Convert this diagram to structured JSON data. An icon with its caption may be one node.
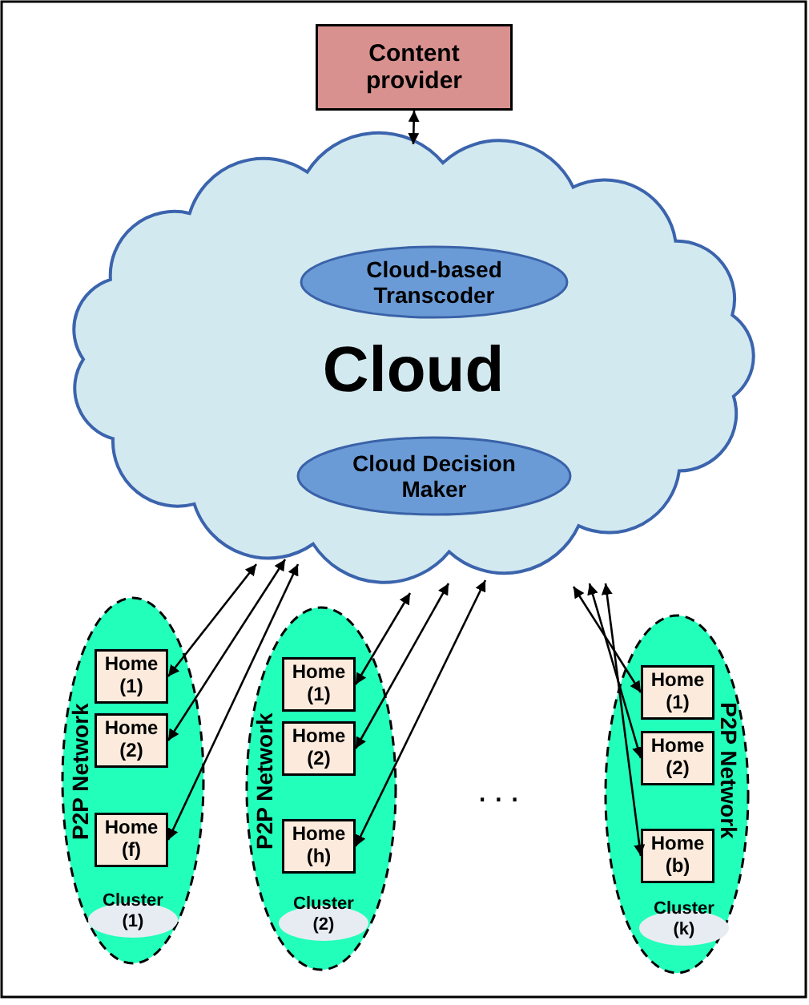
{
  "diagram": {
    "nodes": [
      {
        "text": [
          "Content provider"
        ]
      },
      {
        "text": [
          "Cloud"
        ]
      },
      {
        "text": [
          "Cloud-based Transcoder"
        ],
        "in": 1
      },
      {
        "text": [
          "Cloud Decision Maker"
        ],
        "in": 1
      },
      {
        "text": [
          "P2P Network"
        ]
      },
      {
        "text": [
          "Home (1)"
        ],
        "in": 4
      },
      {
        "text": [
          "Home (2)"
        ],
        "in": 4
      },
      {
        "text": [
          "Home (f)"
        ],
        "in": 4
      },
      {
        "text": [
          "Cluster (1)"
        ],
        "in": 4
      },
      {
        "text": [
          "P2P Network"
        ]
      },
      {
        "text": [
          "Home (1)"
        ],
        "in": 9
      },
      {
        "text": [
          "Home (2)"
        ],
        "in": 9
      },
      {
        "text": [
          "Home (h)"
        ],
        "in": 9
      },
      {
        "text": [
          "Cluster (2)"
        ],
        "in": 9
      },
      {
        "text": [
          "P2P Network"
        ]
      },
      {
        "text": [
          "Home (1)"
        ],
        "in": 14
      },
      {
        "text": [
          "Home (2)"
        ],
        "in": 14
      },
      {
        "text": [
          "Home (b)"
        ],
        "in": 14
      },
      {
        "text": [
          "Cluster (k)"
        ],
        "in": 14
      }
    ],
    "edges": [
      {
        "from": 0,
        "to": 1,
        "arrow": "both"
      },
      {
        "from": 1,
        "to": 5,
        "arrow": "both"
      },
      {
        "from": 1,
        "to": 6,
        "arrow": "both"
      },
      {
        "from": 1,
        "to": 7,
        "arrow": "both"
      },
      {
        "from": 1,
        "to": 10,
        "arrow": "both"
      },
      {
        "from": 1,
        "to": 11,
        "arrow": "both"
      },
      {
        "from": 1,
        "to": 12,
        "arrow": "both"
      },
      {
        "from": 1,
        "to": 15,
        "arrow": "both"
      },
      {
        "from": 1,
        "to": 16,
        "arrow": "both"
      },
      {
        "from": 1,
        "to": 17,
        "arrow": "both"
      }
    ],
    "labels": [
      "..."
    ]
  }
}
